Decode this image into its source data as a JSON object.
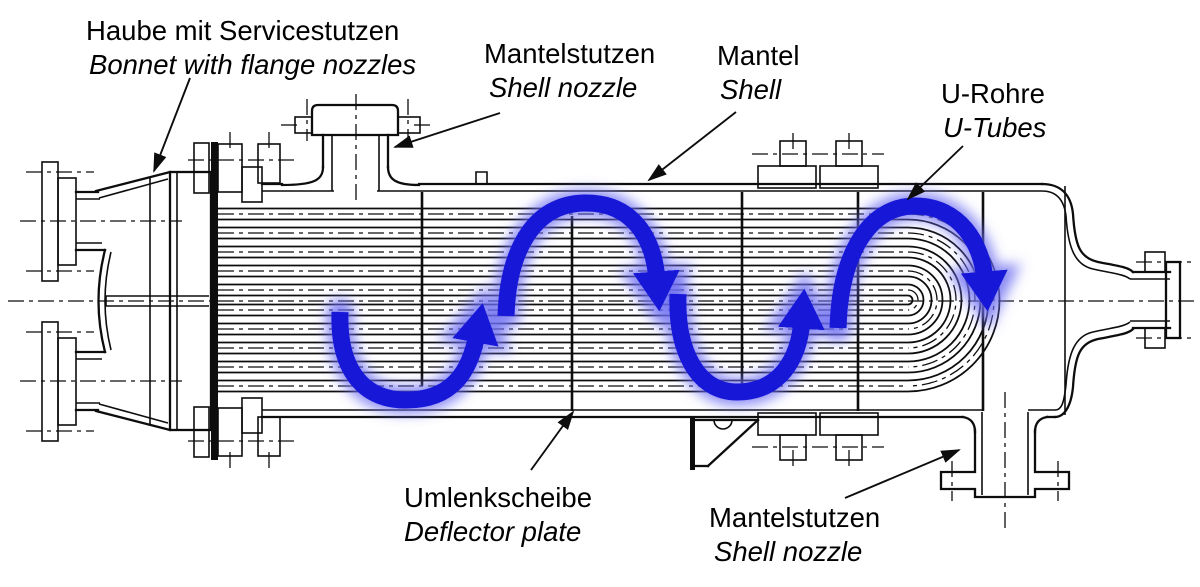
{
  "diagram": {
    "title": "U-tube heat exchanger sectional drawing",
    "type": "technical-line-drawing",
    "flow_arrow_color": "#1717d8",
    "line_color": "#0d0d0d",
    "labels": {
      "bonnet": {
        "de": "Haube mit Servicestutzen",
        "en": "Bonnet with flange nozzles"
      },
      "shell_nozzle_top": {
        "de": "Mantelstutzen",
        "en": "Shell nozzle"
      },
      "shell": {
        "de": "Mantel",
        "en": "Shell"
      },
      "u_tubes": {
        "de": "U-Rohre",
        "en": "U-Tubes"
      },
      "deflector_plate": {
        "de": "Umlenkscheibe",
        "en": "Deflector plate"
      },
      "shell_nozzle_bottom": {
        "de": "Mantelstutzen",
        "en": "Shell nozzle"
      }
    }
  }
}
